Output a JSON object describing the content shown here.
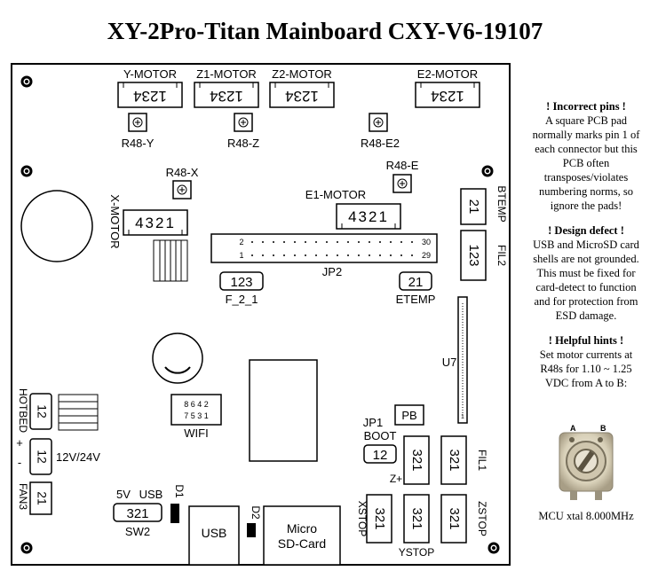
{
  "title": "XY-2Pro-Titan Mainboard CXY-V6-19107",
  "connectors": {
    "y_motor": "Y-MOTOR",
    "z1_motor": "Z1-MOTOR",
    "z2_motor": "Z2-MOTOR",
    "e2_motor": "E2-MOTOR",
    "x_motor": "X-MOTOR",
    "e1_motor": "E1-MOTOR",
    "jp2": "JP2",
    "f_2_1": "F_2_1",
    "etemp": "ETEMP",
    "btemp": "BTEMP",
    "fil2": "FIL2",
    "u7": "U7",
    "wifi": "WIFI",
    "hotbed": "HOTBED",
    "power": "12V/24V",
    "fan3": "FAN3",
    "jp1": "JP1",
    "boot": "BOOT",
    "pb": "PB",
    "z_plus": "Z+",
    "fil1": "FIL1",
    "xstop": "XSTOP",
    "ystop": "YSTOP",
    "zstop": "ZSTOP",
    "sw2": "SW2",
    "v5": "5V",
    "usb_label": "USB",
    "d1": "D1",
    "d2": "D2",
    "usb_port": "USB",
    "sd_line1": "Micro",
    "sd_line2": "SD-Card",
    "plus": "+",
    "minus": "-"
  },
  "pins": {
    "motor": "1234",
    "x_e1": "4321",
    "two": "21",
    "one_two": "12",
    "one_two_three": "123",
    "three_two_one": "321",
    "wifi_top": "8 6 4 2",
    "wifi_bot": "7 5 3 1",
    "jp2_top_left": "2",
    "jp2_top_right": "30",
    "jp2_bot_left": "1",
    "jp2_bot_right": "29",
    "u7_end": "1"
  },
  "resistors": {
    "y": "R48-Y",
    "z": "R48-Z",
    "e2": "R48-E2",
    "x": "R48-X",
    "e": "R48-E"
  },
  "notes": {
    "incorrect_title": "! Incorrect pins !",
    "incorrect_body": "A square PCB pad normally marks pin 1 of each connector but this PCB often transposes/violates numbering norms, so ignore the pads!",
    "defect_title": "! Design defect !",
    "defect_body": "USB and MicroSD card shells are not grounded. This must be fixed for card-detect to function and for protection from ESD damage.",
    "hints_title": "! Helpful hints !",
    "hints_body": "Set motor currents at R48s for 1.10 ~ 1.25 VDC from A to B:",
    "pot_a": "A",
    "pot_b": "B",
    "xtal": "MCU xtal 8.000MHz"
  }
}
